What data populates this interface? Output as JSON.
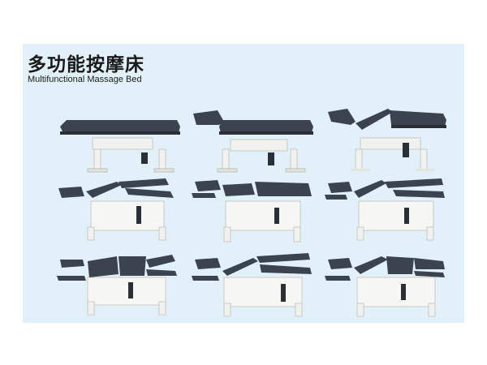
{
  "header": {
    "title_cn": "多功能按摩床",
    "title_en": "Multifunctional Massage Bed"
  },
  "colors": {
    "banner_bg": "#e2f1f9",
    "cushion": "#3c4350",
    "cushion_dark": "#2b3038",
    "frame": "#f1f1ee",
    "frame_shadow": "#c9c9c4"
  },
  "gallery": {
    "beds": [
      {
        "config": "flat"
      },
      {
        "config": "head-raised"
      },
      {
        "config": "back-raised"
      },
      {
        "config": "split-arms-tilted"
      },
      {
        "config": "split-arms-flat"
      },
      {
        "config": "split-arms-back-up"
      },
      {
        "config": "multi-section-a"
      },
      {
        "config": "multi-section-b"
      },
      {
        "config": "multi-section-c"
      }
    ]
  }
}
